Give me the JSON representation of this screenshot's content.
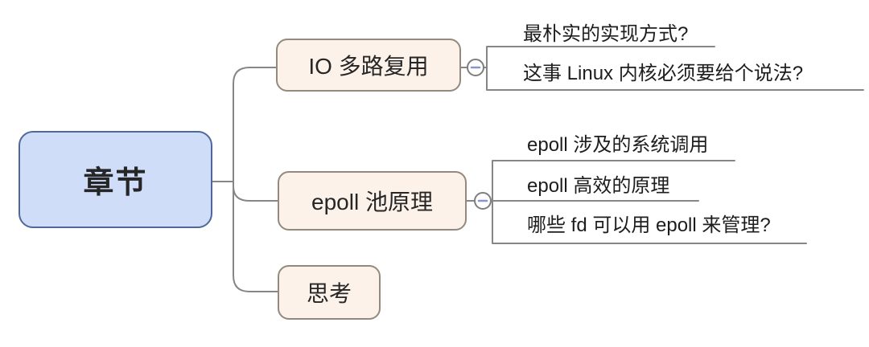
{
  "diagram": {
    "type": "mindmap",
    "root": {
      "label": "章节"
    },
    "branches": [
      {
        "label": "IO 多路复用",
        "collapse_button": "minus-circle-icon",
        "children": [
          {
            "label": "最朴实的实现方式?"
          },
          {
            "label": "这事 Linux 内核必须要给个说法?"
          }
        ]
      },
      {
        "label": "epoll 池原理",
        "collapse_button": "minus-circle-icon",
        "children": [
          {
            "label": "epoll 涉及的系统调用"
          },
          {
            "label": "epoll 高效的原理"
          },
          {
            "label": "哪些 fd 可以用 epoll 来管理?"
          }
        ]
      },
      {
        "label": "思考",
        "children": []
      }
    ],
    "colors": {
      "root_fill": "#cfddf8",
      "root_border": "#4f6899",
      "branch_fill": "#fcf2ea",
      "branch_border": "#93897c",
      "connector": "#868686",
      "minus_icon": "#8b93cc",
      "text": "#262626"
    }
  }
}
